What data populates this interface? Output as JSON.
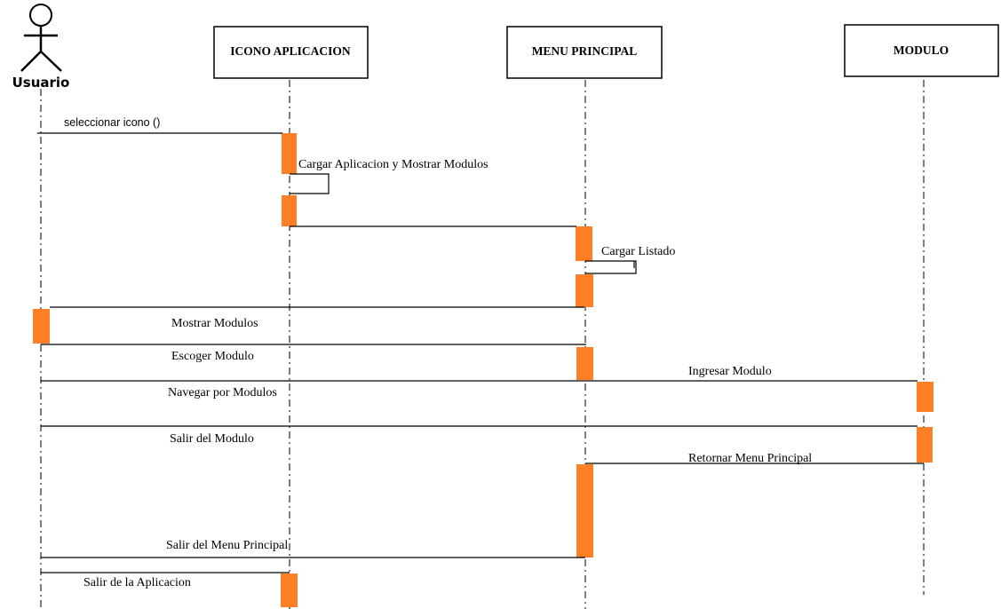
{
  "actor": {
    "label": "Usuario"
  },
  "participants": [
    {
      "id": "icono",
      "label": "ICONO APLICACION"
    },
    {
      "id": "menu",
      "label": "MENU PRINCIPAL"
    },
    {
      "id": "modulo",
      "label": "MODULO"
    }
  ],
  "messages": [
    {
      "id": "m1",
      "label": "seleccionar icono ()"
    },
    {
      "id": "m2",
      "label": "Cargar Aplicacion y Mostrar Modulos"
    },
    {
      "id": "m3",
      "label": "Cargar Listado"
    },
    {
      "id": "m4",
      "label": "Mostrar Modulos"
    },
    {
      "id": "m5",
      "label": "Escoger Modulo"
    },
    {
      "id": "m6",
      "label": "Ingresar Modulo"
    },
    {
      "id": "m7",
      "label": "Navegar por Modulos"
    },
    {
      "id": "m8",
      "label": "Salir del Modulo"
    },
    {
      "id": "m9",
      "label": "Retornar Menu Principal"
    },
    {
      "id": "m10",
      "label": "Salir del Menu Principal"
    },
    {
      "id": "m11",
      "label": "Salir de la Aplicacion"
    }
  ],
  "colors": {
    "activation": "#ff7f27",
    "line": "#000000",
    "box_border": "#000000"
  }
}
